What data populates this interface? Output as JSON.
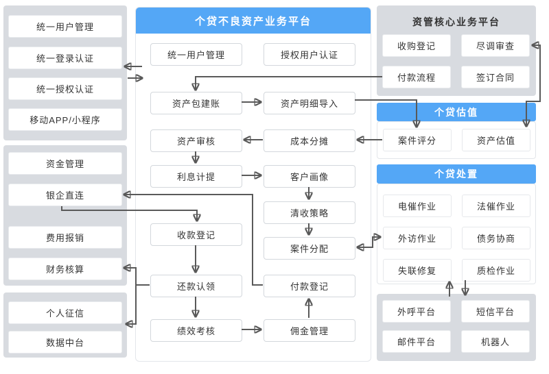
{
  "panels": {
    "sso": {
      "boxes": [
        "统一用户管理",
        "统一登录认证",
        "统一授权认证",
        "移动APP/小程序"
      ]
    },
    "finance": {
      "boxes": [
        "资金管理",
        "银企直连",
        "费用报销",
        "财务核算"
      ]
    },
    "data": {
      "boxes": [
        "个人征信",
        "数据中台"
      ]
    },
    "mid": {
      "title": "个贷不良资产业务平台",
      "boxes": [
        "统一用户管理",
        "授权用户认证",
        "资产包建账",
        "资产明细导入",
        "资产审核",
        "成本分摊",
        "利息计提",
        "客户画像",
        "清收策略",
        "收款登记",
        "案件分配",
        "还款认领",
        "付款登记",
        "绩效考核",
        "佣金管理"
      ]
    },
    "core": {
      "title": "资管核心业务平台",
      "boxes": [
        "收购登记",
        "尽调审查",
        "付款流程",
        "签订合同"
      ]
    },
    "valuation": {
      "title": "个贷估值",
      "boxes": [
        "案件评分",
        "资产估值"
      ]
    },
    "disposal": {
      "title": "个贷处置",
      "boxes": [
        "电催作业",
        "法催作业",
        "外访作业",
        "债务协商",
        "失联修复",
        "质检作业"
      ]
    },
    "channels": {
      "boxes": [
        "外呼平台",
        "短信平台",
        "邮件平台",
        "机器人"
      ]
    }
  },
  "colors": {
    "accent_blue": "#54a7f6",
    "panel_gray": "#d8dbe0",
    "arrow": "#595959",
    "node_border": "#d3d7dc",
    "text": "#333333"
  }
}
